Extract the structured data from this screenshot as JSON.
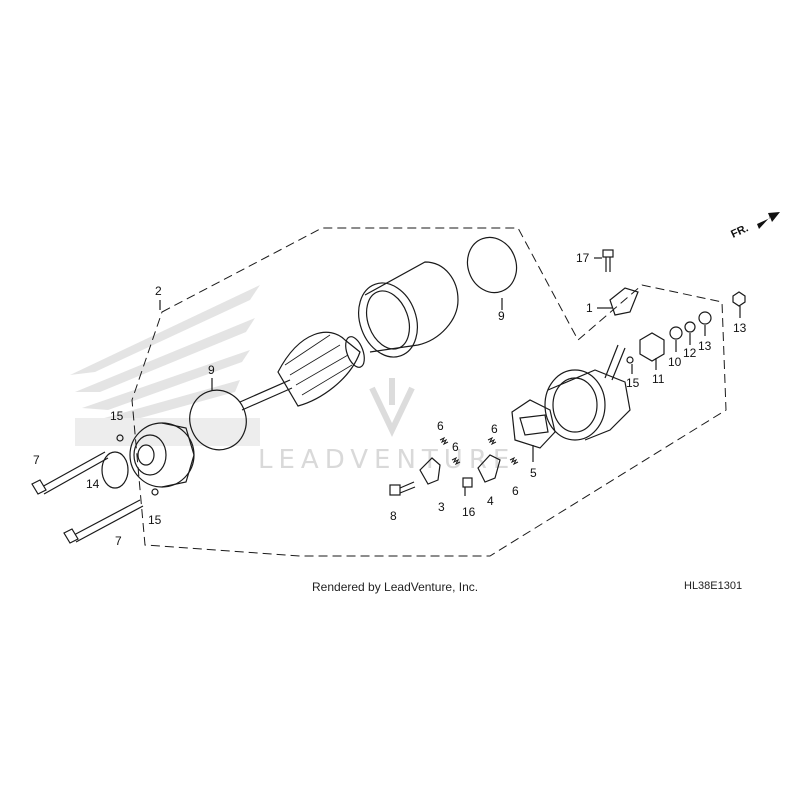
{
  "watermark": {
    "brand": "LEADVENTURE"
  },
  "direction_marker": {
    "label": "FR."
  },
  "footer": {
    "credit": "Rendered by LeadVenture, Inc.",
    "diagram_code": "HL38E1301"
  },
  "callouts": {
    "c1": "1",
    "c2": "2",
    "c3": "3",
    "c4": "4",
    "c5": "5",
    "c6a": "6",
    "c6b": "6",
    "c6c": "6",
    "c6d": "6",
    "c7a": "7",
    "c7b": "7",
    "c8": "8",
    "c9a": "9",
    "c9b": "9",
    "c10": "10",
    "c11": "11",
    "c12": "12",
    "c13a": "13",
    "c13b": "13",
    "c14": "14",
    "c15a": "15",
    "c15b": "15",
    "c15c": "15",
    "c16": "16",
    "c17": "17"
  },
  "colors": {
    "line": "#1a1a1a",
    "watermark": "#d9d9d9",
    "background": "#ffffff"
  }
}
